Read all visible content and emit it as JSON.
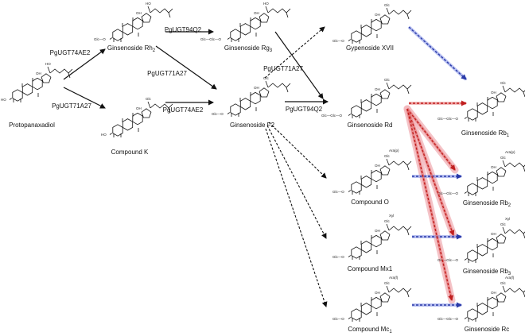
{
  "colors": {
    "ink": "#111111",
    "blue_arrow": "#3b48c7",
    "red_arrow": "#d62b2b",
    "red_highlight": "#f3b9be"
  },
  "compounds": {
    "ppd": {
      "label": "Protopanaxadiol",
      "sub": ""
    },
    "rh2": {
      "label": "Ginsenoside Rh",
      "sub": "2"
    },
    "ck": {
      "label": "Compound K",
      "sub": ""
    },
    "rg3": {
      "label": "Ginsenoside Rg",
      "sub": "3"
    },
    "f2": {
      "label": "Ginsenoside F2",
      "sub": ""
    },
    "xvii": {
      "label": "Gypenoside XVII",
      "sub": ""
    },
    "rd": {
      "label": "Ginsenoside Rd",
      "sub": ""
    },
    "rb1": {
      "label": "Ginsenoside Rb",
      "sub": "1"
    },
    "co": {
      "label": "Compound O",
      "sub": ""
    },
    "rb2": {
      "label": "Ginsenoside Rb",
      "sub": "2"
    },
    "mx1": {
      "label": "Compound Mx1",
      "sub": ""
    },
    "rb3": {
      "label": "Ginsenoside Rb",
      "sub": "3"
    },
    "mc1": {
      "label": "Compound Mc",
      "sub": "1"
    },
    "rc": {
      "label": "Ginsenoside Rc",
      "sub": ""
    }
  },
  "enzymes": {
    "ppd_rh2": "PgUGT74AE2",
    "ppd_ck": "PgUGT71A27",
    "rh2_rg3": "PgUGT94Q2",
    "rh2_f2": "PgUGT71A27",
    "ck_f2": "PgUGT74AE2",
    "f2_xvii": "PgUGT71A27",
    "f2_rd": "PgUGT94Q2"
  },
  "mol_text": {
    "ho": "HO",
    "oh": "OH",
    "glc": "Glc",
    "glc_o": "Glc—O",
    "glc_glc_o": "Glc—Glc—O",
    "ara_p": "Ara(p)",
    "ara_f": "Ara(f)",
    "xyl": "Xyl"
  }
}
